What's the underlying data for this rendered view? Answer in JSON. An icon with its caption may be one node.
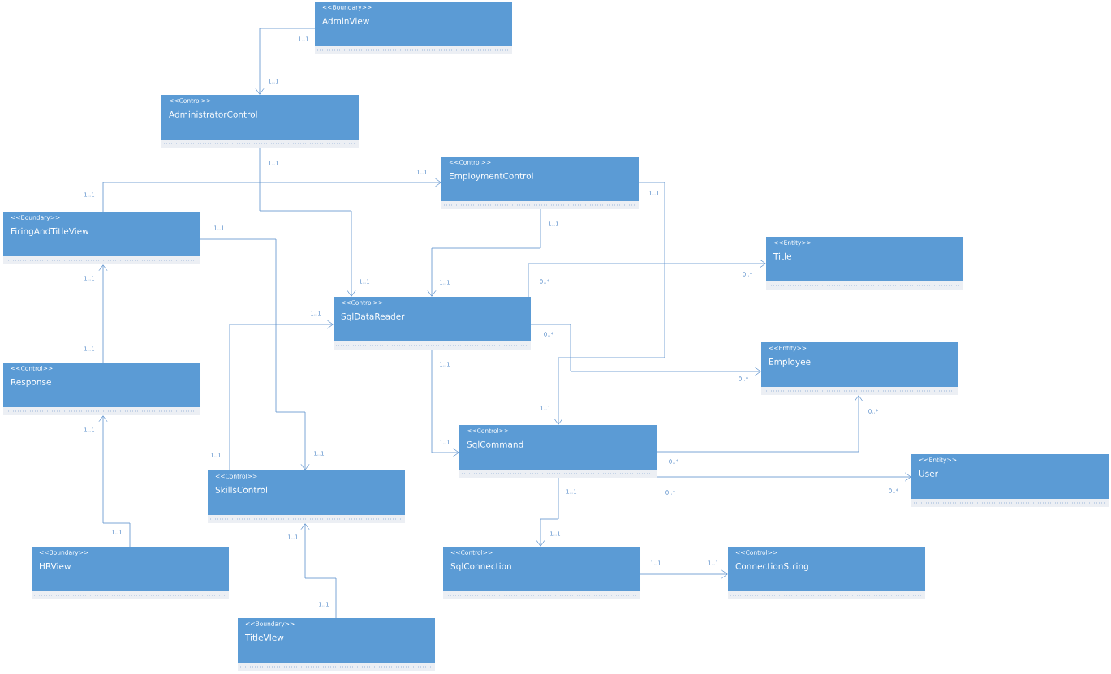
{
  "diagram": {
    "nodes": [
      {
        "text": [
          "<<Boundary>>",
          "AdminView"
        ]
      },
      {
        "text": [
          "<<Control>>",
          "AdministratorControl"
        ]
      },
      {
        "text": [
          "<<Control>>",
          "EmploymentControl"
        ]
      },
      {
        "text": [
          "<<Boundary>>",
          "FiringAndTitleView"
        ]
      },
      {
        "text": [
          "<<Entity>>",
          "Title"
        ]
      },
      {
        "text": [
          "<<Control>>",
          "SqlDataReader"
        ]
      },
      {
        "text": [
          "<<Entity>>",
          "Employee"
        ]
      },
      {
        "text": [
          "<<Control>>",
          "Response"
        ]
      },
      {
        "text": [
          "<<Control>>",
          "SqlCommand"
        ]
      },
      {
        "text": [
          "<<Entity>>",
          "User"
        ]
      },
      {
        "text": [
          "<<Control>>",
          "SkillsControl"
        ]
      },
      {
        "text": [
          "<<Boundary>>",
          "HRView"
        ]
      },
      {
        "text": [
          "<<Control>>",
          "SqlConnection"
        ]
      },
      {
        "text": [
          "<<Control>>",
          "ConnectionString"
        ]
      },
      {
        "text": [
          "<<Boundary>>",
          "TitleVIew"
        ]
      }
    ],
    "edges": [
      {
        "from": 0,
        "to": 1,
        "arrow": "to"
      },
      {
        "from": 1,
        "to": 5,
        "arrow": "to"
      },
      {
        "from": 3,
        "to": 2,
        "arrow": "to"
      },
      {
        "from": 3,
        "to": 10,
        "arrow": "to"
      },
      {
        "from": 7,
        "to": 3,
        "arrow": "to"
      },
      {
        "from": 11,
        "to": 7,
        "arrow": "to"
      },
      {
        "from": 10,
        "to": 5,
        "arrow": "to"
      },
      {
        "from": 14,
        "to": 10,
        "arrow": "to"
      },
      {
        "from": 2,
        "to": 5,
        "arrow": "to"
      },
      {
        "from": 2,
        "to": 8,
        "arrow": "to"
      },
      {
        "from": 5,
        "to": 4,
        "arrow": "to"
      },
      {
        "from": 5,
        "to": 6,
        "arrow": "to"
      },
      {
        "from": 5,
        "to": 8,
        "arrow": "to"
      },
      {
        "from": 8,
        "to": 6,
        "arrow": "to"
      },
      {
        "from": 8,
        "to": 9,
        "arrow": "to"
      },
      {
        "from": 8,
        "to": 12,
        "arrow": "to"
      },
      {
        "from": 12,
        "to": 13,
        "arrow": "to"
      }
    ],
    "labels": [
      "1..1",
      "1..1",
      "1..1",
      "1..1",
      "1..1",
      "1..1",
      "1..1",
      "1..1",
      "1..1",
      "1..1",
      "1..1",
      "1..1",
      "1..1",
      "1..1",
      "1..1",
      "1..1",
      "1..1",
      "1..1",
      "1..1",
      "1..1",
      "0..*",
      "0..*",
      "0..*",
      "0..*",
      "1..1",
      "1..1",
      "0..*",
      "0..*",
      "0..*",
      "0..*",
      "1..1",
      "1..1",
      "1..1",
      "1..1"
    ]
  }
}
